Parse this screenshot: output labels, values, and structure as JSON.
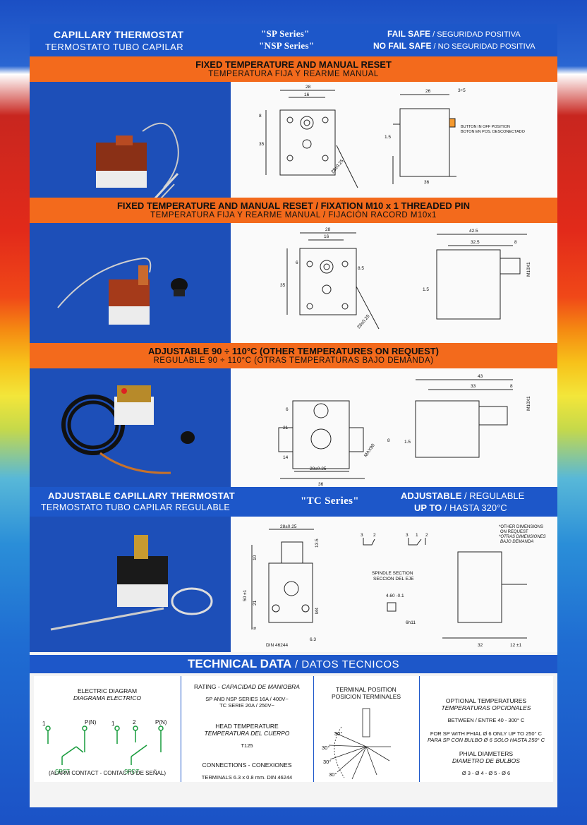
{
  "header": {
    "title_en": "CAPILLARY THERMOSTAT",
    "title_es": "TERMOSTATO TUBO CAPILAR",
    "series1": "\"SP Series\"",
    "series2": "\"NSP Series\"",
    "fail_safe": "FAIL SAFE",
    "fail_safe_es": " / SEGURIDAD POSITIVA",
    "no_fail_safe": "NO FAIL SAFE",
    "no_fail_safe_es": " / NO SEGURIDAD POSITIVA"
  },
  "sections": [
    {
      "title_en": "FIXED TEMPERATURE AND MANUAL RESET",
      "title_es": "TEMPERATURA FIJA Y REARME MANUAL"
    },
    {
      "title_en": "FIXED TEMPERATURE AND MANUAL RESET / FIXATION M10 x 1 THREADED PIN",
      "title_es": "TEMPERATURA FIJA Y REARME MANUAL / FIJACIÓN RACORD M10x1"
    },
    {
      "title_en": "ADJUSTABLE 90 ÷ 110°C  (OTHER TEMPERATURES ON REQUEST)",
      "title_es": "REGULABLE 90 ÷ 110°C (OTRAS TEMPERATURAS BAJO DEMANDA)"
    }
  ],
  "dims1": {
    "w28": "28",
    "w16": "16",
    "h8": "8",
    "h35": "35",
    "diag": "28±0.25",
    "d26": "26",
    "d3_5": "3÷5",
    "d1_5": "1.5",
    "d36": "36",
    "note1": "BUTTON IN OFF POSITION",
    "note2": "BOTON EN POS. DESCONECTADO"
  },
  "dims2": {
    "w28": "28",
    "w16": "16",
    "h6": "6",
    "h8_5": "8.5",
    "h35": "35",
    "diag": "28±0.25",
    "d42_5": "42.5",
    "d32_5": "32.5",
    "d8": "8",
    "d1_5": "1.5",
    "m10": "M10X1"
  },
  "dims3": {
    "h6": "6",
    "h21": "21",
    "h14": "14",
    "w28": "28±0.25",
    "w36": "36",
    "h8": "8",
    "max": "MAX90",
    "d43": "43",
    "d33": "33",
    "d8": "8",
    "d1_5": "1.5",
    "m10": "M10X1"
  },
  "tc": {
    "title_en": "ADJUSTABLE CAPILLARY THERMOSTAT",
    "title_es": "TERMOSTATO TUBO CAPILAR REGULABLE",
    "series": "\"TC Series\"",
    "adj": "ADJUSTABLE",
    "adj_es": " / REGULABLE",
    "upto": "UP TO",
    "upto_es": " / HASTA 320°C",
    "dims": {
      "w28": "28±0.25",
      "h13_5": "13.5",
      "h10": "10",
      "h50": "50 ±1",
      "h21": "21",
      "h6": "6",
      "m4": "M4",
      "din": "DIN 46244",
      "d6_3": "6.3",
      "spindle_en": "SPINDLE SECTION",
      "spindle_es": "SECCION DEL EJE",
      "s4_6": "4.60 -0.1",
      "s6h11": "6h11",
      "d32": "32",
      "d12": "12 ±1"
    },
    "t3": "3",
    "t2": "2",
    "t3b": "3",
    "t1": "1",
    "t2b": "2",
    "other_en1": "*OTHER DIMENSIONS",
    "other_en2": "ON REQUEST",
    "other_es1": "*OTRAS DIMENSIONES",
    "other_es2": "BAJO DEMANDA"
  },
  "tech": {
    "title_en": "TECHNICAL DATA",
    "title_es": " / DATOS TECNICOS",
    "electric_en": "ELECTRIC DIAGRAM",
    "electric_es": "DIAGRAMA ELECTRICO",
    "p1": "1",
    "pn": "P(N)",
    "p1b": "1",
    "p2": "2",
    "pnb": "P(N)",
    "spst": "SPST",
    "spdt": "SPDT",
    "alarm": "(ALARM CONTACT - CONTACTO DE SEÑAL)",
    "rating_en": "RATING - ",
    "rating_es": "CAPACIDAD DE MANIOBRA",
    "rating_v1": "SP AND NSP SERIES 16A / 400V~",
    "rating_v2": "TC SERIE 20A / 250V~",
    "head_en": "HEAD TEMPERATURE",
    "head_es": "TEMPERATURA DEL CUERPO",
    "head_v": "T125",
    "conn": "CONNECTIONS - CONEXIONES",
    "conn_v": "TERMINALS 6.3 x 0.8 mm. DIN 46244",
    "term_en": "TERMINAL POSITION",
    "term_es": "POSICION TERMINALES",
    "a30": "30°",
    "opt_en": "OPTIONAL TEMPERATURES",
    "opt_es": "TEMPERATURAS OPCIONALES",
    "between": "BETWEEN / ENTRE  40 - 300° C",
    "phial1": "FOR SP WITH PHIAL Ø 6 ONLY UP TO 250° C",
    "phial2": "PARA SP CON BULBO Ø 6 SOLO HASTA 250° C",
    "diam_en": "PHIAL DIAMETERS",
    "diam_es": "DIAMETRO DE BULBOS",
    "diam_v": "Ø 3 - Ø 4 - Ø 5 - Ø 6"
  },
  "colors": {
    "blue": "#1d57c9",
    "orange": "#f36a1c",
    "photo_bg": "#1d4fb8"
  }
}
